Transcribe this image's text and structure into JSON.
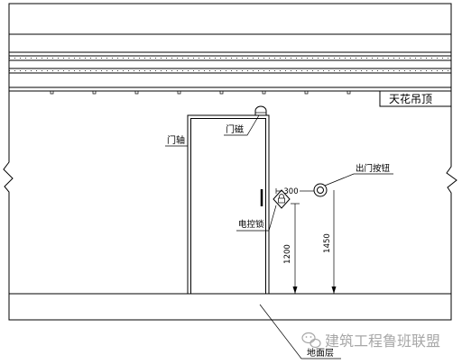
{
  "labels": {
    "ceiling": "天花吊顶",
    "door_magnet": "门磁",
    "door_hinge": "门轴",
    "exit_button": "出门按钮",
    "electric_lock": "电控锁",
    "floor": "地面层"
  },
  "dimensions": {
    "button_offset": "300",
    "lock_height": "1200",
    "button_height": "1450"
  },
  "watermark": {
    "icon": "wechat-icon",
    "text": "建筑工程鲁班联盟"
  },
  "colors": {
    "line": "#000000",
    "background": "#ffffff",
    "watermark": "#8a8a8a"
  }
}
